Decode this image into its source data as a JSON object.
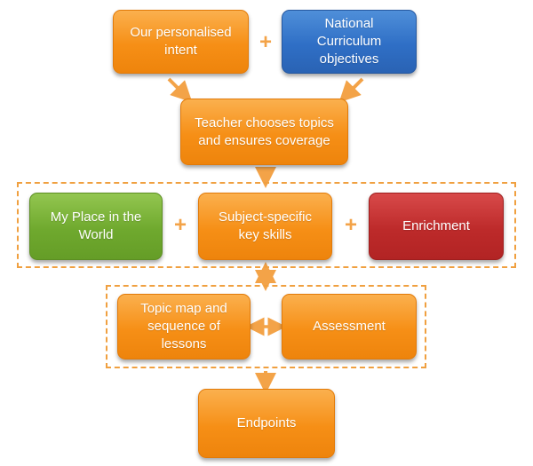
{
  "diagram": {
    "nodes": {
      "intent": {
        "label": "Our personalised\nintent",
        "color": "#f68f16"
      },
      "national": {
        "label": "National\nCurriculum\nobjectives",
        "color": "#2f6fc6"
      },
      "teacher": {
        "label": "Teacher chooses topics\nand ensures coverage",
        "color": "#f68f16"
      },
      "my_place": {
        "label": "My Place in the\nWorld",
        "color": "#6fa92e"
      },
      "skills": {
        "label": "Subject-specific\nkey skills",
        "color": "#f68f16"
      },
      "enrichment": {
        "label": "Enrichment",
        "color": "#bd2a2a"
      },
      "topic_map": {
        "label": "Topic map and\nsequence of\nlessons",
        "color": "#f68f16"
      },
      "assessment": {
        "label": "Assessment",
        "color": "#f68f16"
      },
      "endpoints": {
        "label": "Endpoints",
        "color": "#f68f16"
      }
    },
    "plus_signs": [
      "+",
      "+",
      "+"
    ],
    "connector_color": "#f3a348",
    "group_border_color": "#f0a040",
    "edges": [
      {
        "from": "intent",
        "to": "teacher",
        "type": "arrow"
      },
      {
        "from": "national",
        "to": "teacher",
        "type": "arrow"
      },
      {
        "from": "teacher",
        "to": "group-row",
        "type": "arrow"
      },
      {
        "from": "group-row",
        "to": "group-plan",
        "type": "double-arrow"
      },
      {
        "from": "topic_map",
        "to": "assessment",
        "type": "double-arrow"
      },
      {
        "from": "group-plan",
        "to": "endpoints",
        "type": "arrow"
      }
    ]
  }
}
